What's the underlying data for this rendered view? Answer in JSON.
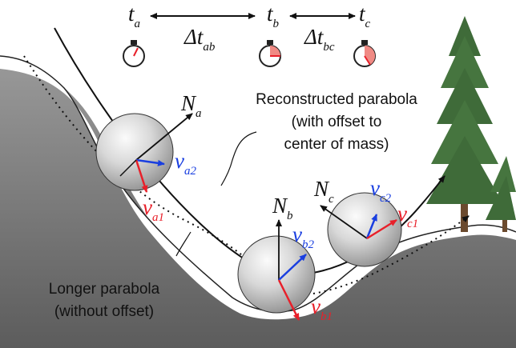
{
  "times": {
    "a": {
      "base": "t",
      "sub": "a"
    },
    "b": {
      "base": "t",
      "sub": "b"
    },
    "c": {
      "base": "t",
      "sub": "c"
    }
  },
  "intervals": {
    "ab": {
      "base": "Δt",
      "sub": "ab"
    },
    "bc": {
      "base": "Δt",
      "sub": "bc"
    }
  },
  "normals": {
    "a": {
      "base": "N",
      "sub": "a"
    },
    "b": {
      "base": "N",
      "sub": "b"
    },
    "c": {
      "base": "N",
      "sub": "c"
    }
  },
  "velocities": {
    "a1": {
      "base": "v",
      "sub": "a1",
      "color": "#e8202a"
    },
    "a2": {
      "base": "v",
      "sub": "a2",
      "color": "#1a3fe0"
    },
    "b1": {
      "base": "v",
      "sub": "b1",
      "color": "#e8202a"
    },
    "b2": {
      "base": "v",
      "sub": "b2",
      "color": "#1a3fe0"
    },
    "c1": {
      "base": "v",
      "sub": "c1",
      "color": "#e8202a"
    },
    "c2": {
      "base": "v",
      "sub": "c2",
      "color": "#1a3fe0"
    }
  },
  "captions": {
    "reconstructed": [
      "Reconstructed parabola",
      "(with offset to",
      "center of mass)"
    ],
    "longer": [
      "Longer parabola",
      "(without offset)"
    ]
  },
  "colors": {
    "red": "#e8202a",
    "blue": "#1a3fe0",
    "stopwatch_fill": "#f08a84",
    "tree_green": "#3f6b39",
    "trunk": "#6b4a2e"
  }
}
